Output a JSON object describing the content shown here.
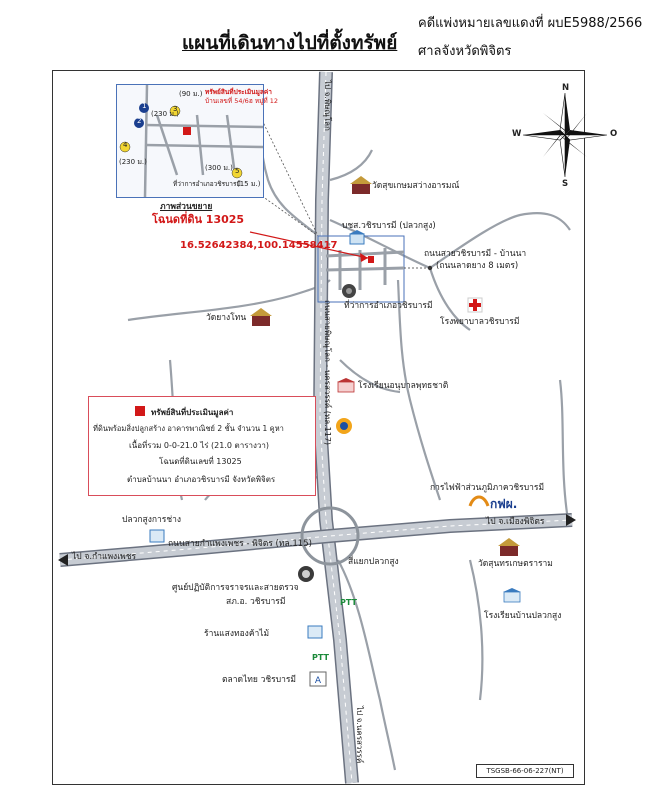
{
  "header": {
    "title": "แผนที่เดินทางไปที่ตั้งทรัพย์",
    "case_no": "คดีแพ่งหมายเลขแดงที่ ผบE5988/2566",
    "court": "ศาลจังหวัดพิจิตร"
  },
  "compass": {
    "n": "N",
    "s": "S",
    "e": "O",
    "w": "W"
  },
  "inset": {
    "caption": "ภาพส่วนขยาย",
    "property_note_1": "ทรัพย์สินที่ประเมินมูลค่า",
    "property_note_2": "บ้านเลขที่ 54/6ฮ หมู่ที่ 12",
    "office": "ที่ว่าการอำเภอวชิรบารมี",
    "dist_1": "(90 ม.)",
    "dist_2": "(230 ม.)",
    "dist_3": "(230 ม.)",
    "dist_4": "(300 ม.)",
    "dist_5": "(15 ม.)",
    "marker_1": "1",
    "marker_2": "2",
    "marker_3": "3",
    "marker_4": "4",
    "marker_5": "5"
  },
  "deed": "โฉนดที่ดิน 13025",
  "coords": "16.52642384,100.14558417",
  "labels": {
    "bank": "บชส.วชิรบารมี (ปลวกสูง)",
    "temple_1": "วัดสุขเกษมสว่างอารมณ์",
    "road_east": "ถนนสายวชิรบารมี - บ้านนา",
    "road_east_2": "(ถนนลาดยาง 8 เมตร)",
    "district_office": "ที่ว่าการอำเภอวชิรบารมี",
    "temple_2": "วัดยางโทน",
    "hospital": "โรงพยาบาลวชิรบารมี",
    "school_1": "โรงเรียนอนุบาลพุทธชาติ",
    "pea": "การไฟฟ้าส่วนภูมิภาควชิรบารมี",
    "pea_logo": "กฟผ.",
    "to_phichit": "ไป จ.เมืองพิจิตร",
    "market_1": "ปลวกสูงการช่าง",
    "to_kamphaeng": "ไป จ.กำแพงเพชร",
    "road_115": "ถนนสายกำแพงเพชร - พิจิตร (ทล.115)",
    "junction": "สี่แยกปลวกสูง",
    "temple_3": "วัดสุนทรเกษตราราม",
    "center": "ศูนย์ปฏิบัติการจราจรและสายตรวจ",
    "center_2": "สภ.อ. วชิรบารมี",
    "school_2": "โรงเรียนบ้านปลวกสูง",
    "shop": "ร้านแสงทองค้าไม้",
    "market_2": "ตลาดไทย วชิรบารมี",
    "road_117": "ถนนสายพิษณุโลก - นครสวรรค์ (ทล.117)",
    "to_phitsanulok": "ไป จ.พิษณุโลก",
    "to_nakhonsawan": "ไป จ.นครสวรรค์",
    "ptt_1": "PTT",
    "ptt_2": "PTT"
  },
  "legend": {
    "title": "ทรัพย์สินที่ประเมินมูลค่า",
    "line1": "ที่ดินพร้อมสิ่งปลูกสร้าง อาคารพาณิชย์ 2 ชั้น จำนวน 1 คูหา",
    "line2": "เนื้อที่รวม 0-0-21.0 ไร่ (21.0 ตารางวา)",
    "line3": "โฉนดที่ดินเลขที่ 13025",
    "line4": "ตำบลบ้านนา อำเภอวชิรบารมี จังหวัดพิจิตร"
  },
  "footer_tag": "TSGSB-66-06-227(NT)",
  "colors": {
    "road": "#b9bec6",
    "road_edge": "#6b7280",
    "highlight": "#d21818",
    "inset_border": "#4a72b8"
  }
}
